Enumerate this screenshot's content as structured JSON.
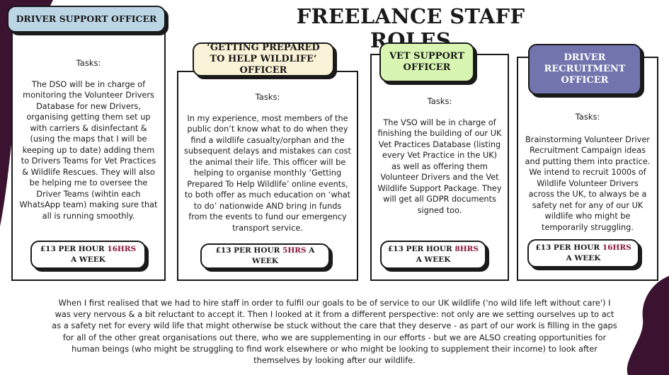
{
  "page": {
    "title": "FREELANCE STAFF ROLES"
  },
  "colors": {
    "dark_accent": "#3b1230",
    "hours_highlight": "#8a1538",
    "dso_label": "#bcd6e6",
    "gpw_label": "#fbf3d7",
    "vso_label": "#d8f6b2",
    "drr_label": "#7274ae"
  },
  "roles": [
    {
      "label": "DRIVER SUPPORT OFFICER",
      "tasks_heading": "Tasks:",
      "description": "The DSO will be in charge of monitoring the Volunteer Drivers Database for new Drivers, organising getting them set up with carriers & disinfectant & (using the maps that I will be keeping up to date) adding them to Drivers Teams for Vet Practices & Wildlife Rescues.  They will also be helping me to oversee the Driver Teams (wihtin each WhatsApp team) making sure that all is running smoothly.",
      "pay": {
        "prefix": "£13 PER HOUR",
        "hours": "16HRS",
        "suffix": "A WEEK"
      }
    },
    {
      "label": "‘GETTING PREPARED TO HELP WILDLIFE’ OFFICER",
      "tasks_heading": "Tasks:",
      "description": "In my experience, most members of the public don’t know what to do when they find a wildlife casualty/orphan and the subsequent delays and mistakes can cost the animal their life.  This officer will be helping to organise monthly ‘Getting Prepared To Help Wildlife’ online events, to both offer as much education on ‘what to do’ nationwide AND bring in funds from the events to fund our emergency transport service.",
      "pay": {
        "prefix": "£13 PER HOUR",
        "hours": "5HRS",
        "suffix": "A WEEK"
      }
    },
    {
      "label": "VET SUPPORT OFFICER",
      "tasks_heading": "Tasks:",
      "description": "The VSO will be in charge of finishing the building of our UK Vet Practices Database (listing every Vet Practice in the UK) as well as offering them Volunteer Drivers and the Vet Wildlife Support Package.  They will get all GDPR documents signed too.",
      "pay": {
        "prefix": "£13 PER HOUR",
        "hours": "8HRS",
        "suffix": "A WEEK"
      }
    },
    {
      "label": "DRIVER RECRUITMENT OFFICER",
      "tasks_heading": "Tasks:",
      "description": "Brainstorming Volunteer Driver Recruitment Campaign ideas and putting them into practice. We intend to recruit 1000s of Wildlife Volunteer Drivers across the UK, to always be a safety net for any of our UK wildlife who might be temporarily struggling.",
      "pay": {
        "prefix": "£13 PER HOUR",
        "hours": "16HRS",
        "suffix": "A WEEK"
      }
    }
  ],
  "footer": {
    "text": "When I first realised that we had to hire staff in order to fulfil our goals to be of service to our UK wildlife ('no wild life left without care') I was very nervous & a bit reluctant to accept it.  Then I looked at it from a different perspective: not only are we setting ourselves up to act as a safety net for every wild life that might otherwise be stuck without the care that they deserve - as part of our work is filling in the gaps for all of the other great organisations out there, who we are supplementing in our efforts - but we are ALSO creating opportunities for human beings (who might be struggling to find work elsewhere or who might be looking to supplement their income) to look after themselves by looking after our wildlife."
  }
}
